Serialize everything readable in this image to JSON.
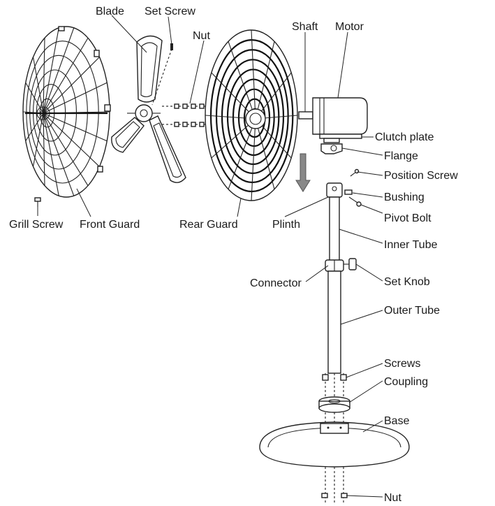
{
  "labels": {
    "blade": "Blade",
    "set_screw": "Set Screw",
    "nut_top": "Nut",
    "shaft": "Shaft",
    "motor": "Motor",
    "clutch_plate": "Clutch plate",
    "flange": "Flange",
    "position_screw": "Position Screw",
    "bushing": "Bushing",
    "pivot_bolt": "Pivot Bolt",
    "grill_screw": "Grill Screw",
    "front_guard": "Front Guard",
    "rear_guard": "Rear Guard",
    "plinth": "Plinth",
    "inner_tube": "Inner Tube",
    "connector": "Connector",
    "set_knob": "Set Knob",
    "outer_tube": "Outer Tube",
    "screws": "Screws",
    "coupling": "Coupling",
    "base": "Base",
    "nut_bottom": "Nut"
  }
}
